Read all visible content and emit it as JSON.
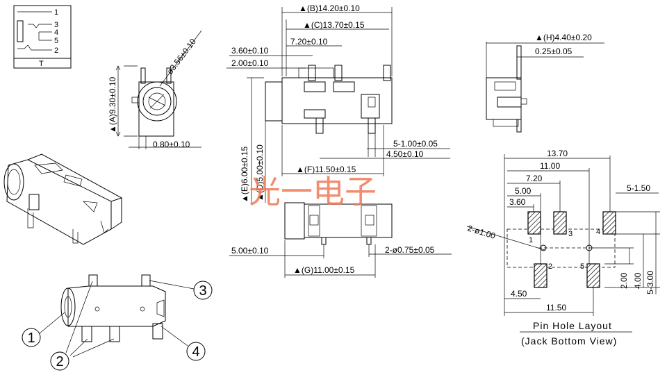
{
  "schematic": {
    "pins": [
      "1",
      "3",
      "4",
      "5",
      "2"
    ],
    "label": "T"
  },
  "front_view": {
    "dim_diameter": "ø3.56±0.10",
    "dim_a": "▲(A)9.30±0.10",
    "dim_bottom": "0.80±0.10"
  },
  "top_view": {
    "dim_b": "▲(B)14.20±0.10",
    "dim_c": "▲(C)13.70±0.15",
    "dim_720": "7.20±0.10",
    "dim_360": "3.60±0.10",
    "dim_200": "2.00±0.10",
    "dim_e": "▲(E)6.00±0.15",
    "dim_d": "▲(D)5.00±0.10",
    "dim_5x100": "5-1.00±0.05",
    "dim_450": "4.50±0.10",
    "dim_f": "▲(F)11.50±0.15"
  },
  "bottom_view": {
    "dim_500": "5.00±0.10",
    "dim_holes": "2-ø0.75±0.05",
    "dim_g": "▲(G)11.00±0.15"
  },
  "side_view": {
    "dim_h": "▲(H)4.40±0.20",
    "dim_025": "0.25±0.05"
  },
  "layout": {
    "d_1370": "13.70",
    "d_1100": "11.00",
    "d_720": "7.20",
    "d_500": "5.00",
    "d_360": "3.60",
    "d_5x150": "5-1.50",
    "d_2x100": "2-ø1.00",
    "d_200": "2.00",
    "d_400": "4.00",
    "d_5x300": "5-3.00",
    "d_450": "4.50",
    "d_1150": "11.50",
    "pin_labels": [
      "1",
      "3",
      "4",
      "2",
      "5"
    ],
    "title": "Pin Hole Layout",
    "subtitle": "(Jack Bottom View)"
  },
  "callouts": [
    "1",
    "2",
    "3",
    "4"
  ],
  "watermark": "光一电子"
}
